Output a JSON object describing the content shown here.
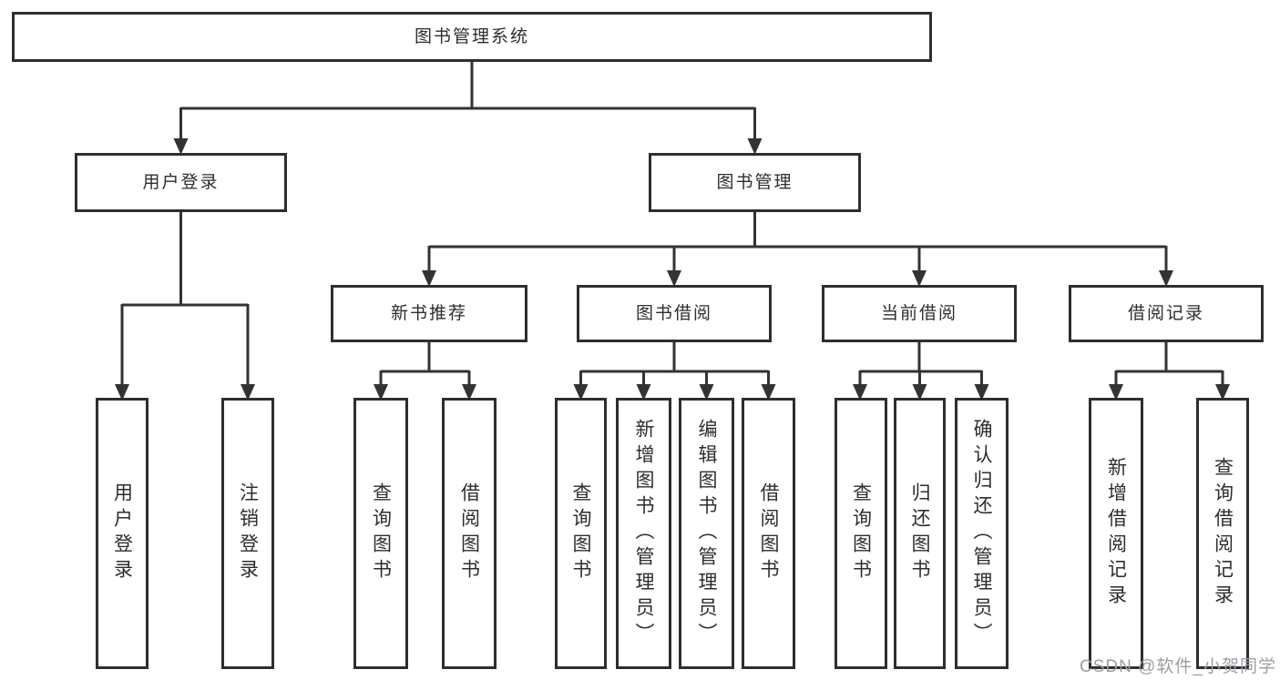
{
  "diagram": {
    "root": {
      "label": "图书管理系统"
    },
    "level2": [
      {
        "id": "user-login",
        "label": "用户登录"
      },
      {
        "id": "book-management",
        "label": "图书管理"
      }
    ],
    "level3": [
      {
        "id": "new-book-recommend",
        "label": "新书推荐"
      },
      {
        "id": "book-borrow",
        "label": "图书借阅"
      },
      {
        "id": "current-borrow",
        "label": "当前借阅"
      },
      {
        "id": "borrow-record",
        "label": "借阅记录"
      }
    ],
    "leaves": [
      {
        "parent": "user-login",
        "label": "用户登录"
      },
      {
        "parent": "user-login",
        "label": "注销登录"
      },
      {
        "parent": "new-book-recommend",
        "label": "查询图书"
      },
      {
        "parent": "new-book-recommend",
        "label": "借阅图书"
      },
      {
        "parent": "book-borrow",
        "label": "查询图书"
      },
      {
        "parent": "book-borrow",
        "label": "新增图书（管理员）"
      },
      {
        "parent": "book-borrow",
        "label": "编辑图书（管理员）"
      },
      {
        "parent": "book-borrow",
        "label": "借阅图书"
      },
      {
        "parent": "current-borrow",
        "label": "查询图书"
      },
      {
        "parent": "current-borrow",
        "label": "归还图书"
      },
      {
        "parent": "current-borrow",
        "label": "确认归还（管理员）"
      },
      {
        "parent": "borrow-record",
        "label": "新增借阅记录"
      },
      {
        "parent": "borrow-record",
        "label": "查询借阅记录"
      }
    ]
  },
  "watermark": {
    "text": "CSDN @软件_小贺同学",
    "color": "#9d9da5"
  },
  "colors": {
    "line": "#333333",
    "box_border": "#2e2e2e",
    "text": "#2d2d2d",
    "background": "#ffffff"
  }
}
